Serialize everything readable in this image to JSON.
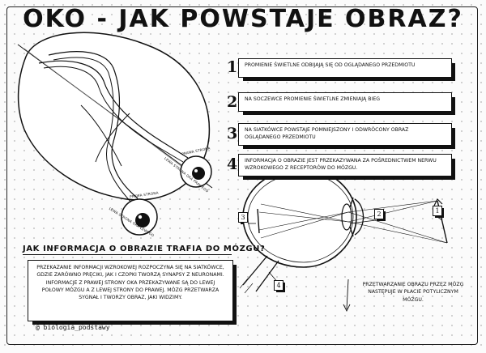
{
  "title": "OKO - JAK POWSTAJE OBRAZ?",
  "steps": [
    {
      "number": "1",
      "text": "Promienie świetlne odbijają się od oglądanego przedmiotu"
    },
    {
      "number": "2",
      "text": "Na soczewce promienie świetlne zmieniają bieg"
    },
    {
      "number": "3",
      "text": "Na siatkówce powstaje pomniejszony i odwrócony obraz oglądanego przedmiotu"
    },
    {
      "number": "4",
      "text": "Informacja o obrazie jest przekazywana za pośrednictwem nerwu wzrokowego z receptorów do mózgu."
    }
  ],
  "section": {
    "question": "Jak informacja o obrazie trafia do mózgu?",
    "body": "Przekazanie informacji wzrokowej rozpoczyna się na siatkówce, gdzie zarówno pręciki, jak i czopki tworzą synapsy z neuronami. Informacje z prawej strony oka przekazywane są do lewej połowy mózgu a z lewej strony do prawej. Mózg przetwarza sygnał i tworzy obraz, jaki widzimy."
  },
  "caption": "Przetwarzanie obrazu przez mózg następuje w płacie potylicznym mózgu.",
  "credit": "@ biologia_podstawy",
  "eye_labels": {
    "upper_a": "prawa strona",
    "upper_b": "lewa strona oka prawego",
    "lower_a": "prawa strona",
    "lower_b": "lewa strona oka lewego"
  },
  "diagram_markers": [
    "1",
    "2",
    "3",
    "4"
  ]
}
